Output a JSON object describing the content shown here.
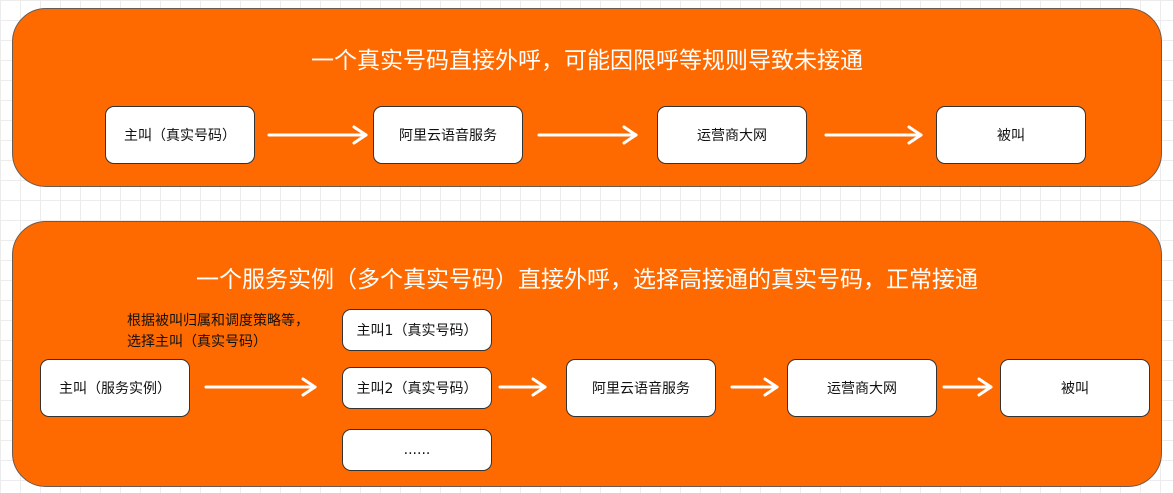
{
  "colors": {
    "panel_fill": "#ff6a00",
    "panel_border": "#6b5a50",
    "node_fill": "#ffffff",
    "node_border": "#333333",
    "arrow": "#ffffff",
    "title_text": "#ffffff"
  },
  "panel_top": {
    "title": "一个真实号码直接外呼，可能因限呼等规则导致未接通",
    "nodes": {
      "caller": "主叫（真实号码）",
      "voice_service": "阿里云语音服务",
      "carrier": "运营商大网",
      "callee": "被叫"
    }
  },
  "panel_bottom": {
    "title": "一个服务实例（多个真实号码）直接外呼，选择高接通的真实号码，正常接通",
    "note_lines": [
      "根据被叫归属和调度策略等，",
      "选择主叫（真实号码）"
    ],
    "nodes": {
      "caller_instance": "主叫（服务实例）",
      "caller_1": "主叫1（真实号码）",
      "caller_2": "主叫2（真实号码）",
      "caller_more": "......",
      "voice_service": "阿里云语音服务",
      "carrier": "运营商大网",
      "callee": "被叫"
    }
  }
}
